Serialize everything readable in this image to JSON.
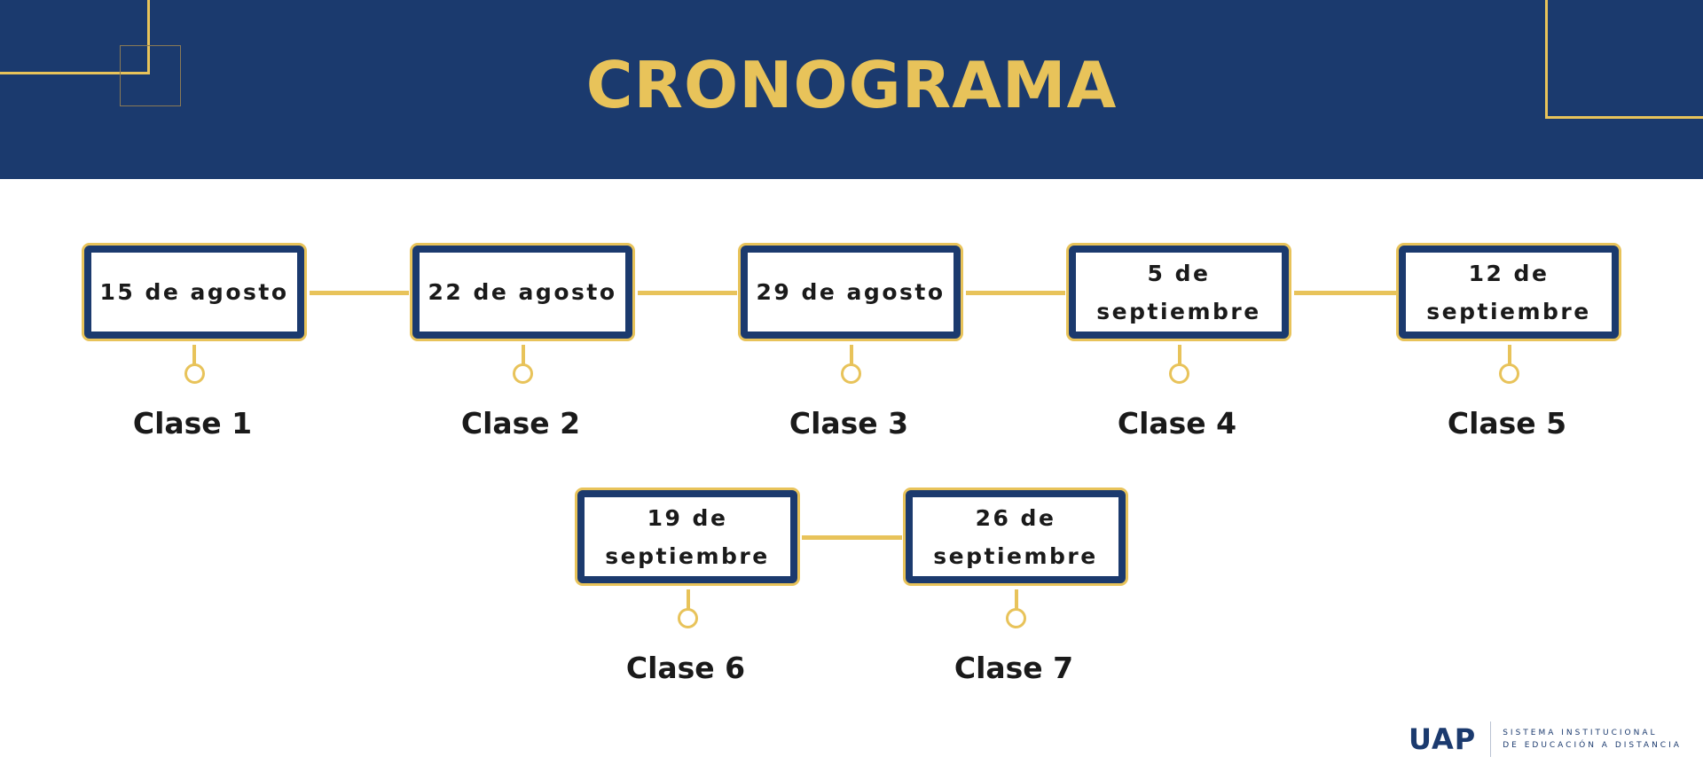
{
  "header": {
    "title": "CRONOGRAMA"
  },
  "colors": {
    "navy": "#1b3a6e",
    "gold": "#e8c35a",
    "text": "#1a1a1a",
    "background": "#ffffff"
  },
  "timeline": [
    {
      "date": "15 de agosto",
      "label": "Clase 1"
    },
    {
      "date": "22 de agosto",
      "label": "Clase 2"
    },
    {
      "date": "29 de agosto",
      "label": "Clase 3"
    },
    {
      "date": "5 de septiembre",
      "label": "Clase 4"
    },
    {
      "date": "12 de septiembre",
      "label": "Clase 5"
    },
    {
      "date": "19 de septiembre",
      "label": "Clase 6"
    },
    {
      "date": "26 de septiembre",
      "label": "Clase 7"
    }
  ],
  "footer": {
    "logo": "UAP",
    "subtitle_line1": "SISTEMA INSTITUCIONAL",
    "subtitle_line2": "DE EDUCACIÓN A DISTANCIA"
  }
}
